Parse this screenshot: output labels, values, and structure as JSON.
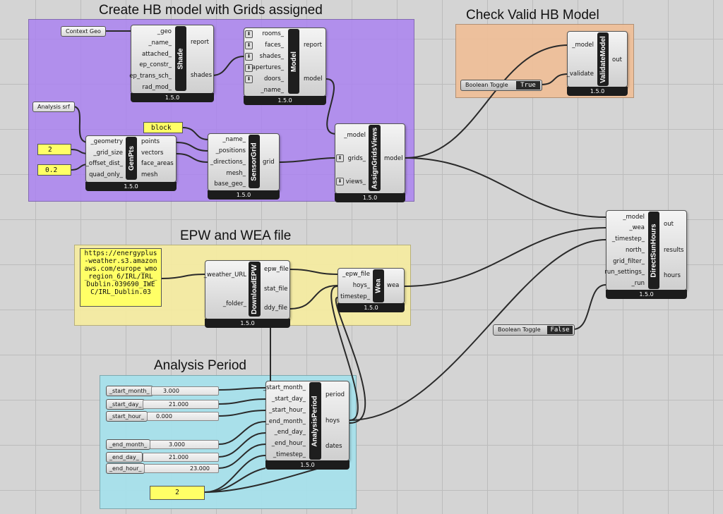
{
  "groups": {
    "hb_model": "Create HB model with Grids assigned",
    "check": "Check Valid HB Model",
    "epw": "EPW and WEA file",
    "analysis": "Analysis Period"
  },
  "version": "1.5.0",
  "params": {
    "context_geo": "Context Geo",
    "analysis_srf": "Analysis srf"
  },
  "panels": {
    "block": "block",
    "grid_size": "2",
    "offset": "0.2",
    "url": "https://energyplus-weather.s3.amazonaws.com/europe_wmo_region_6/IRL/IRL_Dublin.039690_IWEC/IRL_Dublin.03",
    "timestep": "2"
  },
  "toggles": {
    "validate": {
      "label": "Boolean Toggle",
      "value": "True"
    },
    "run": {
      "label": "Boolean Toggle",
      "value": "False"
    }
  },
  "components": {
    "shade": {
      "name": "Shade",
      "inputs": [
        "_geo",
        "_name_",
        "attached_",
        "ep_constr_",
        "ep_trans_sch_",
        "rad_mod_"
      ],
      "outputs": [
        "report",
        "shades"
      ]
    },
    "model": {
      "name": "Model",
      "inputs": [
        "rooms_",
        "faces_",
        "shades_",
        "apertures_",
        "doors_",
        "_name_"
      ],
      "outputs": [
        "report",
        "model"
      ]
    },
    "genpts": {
      "name": "GenPts",
      "inputs": [
        "_geometry",
        "_grid_size",
        "_offset_dist_",
        "quad_only_"
      ],
      "outputs": [
        "points",
        "vectors",
        "face_areas",
        "mesh"
      ]
    },
    "sensorgrid": {
      "name": "SensorGrid",
      "inputs": [
        "_name_",
        "_positions",
        "_directions_",
        "mesh_",
        "base_geo_"
      ],
      "outputs": [
        "grid"
      ]
    },
    "assign": {
      "name": "AssignGridsViews",
      "inputs": [
        "_model",
        "grids_",
        "views_"
      ],
      "outputs": [
        "model"
      ]
    },
    "validate": {
      "name": "ValidateModel",
      "inputs": [
        "_model",
        "_validate"
      ],
      "outputs": [
        "out"
      ]
    },
    "downloadepw": {
      "name": "DownloadEPW",
      "inputs": [
        "_weather_URL",
        "_folder_"
      ],
      "outputs": [
        "epw_file",
        "stat_file",
        "ddy_file"
      ]
    },
    "wea": {
      "name": "Wea",
      "inputs": [
        "_epw_file",
        "hoys_",
        "timestep_"
      ],
      "outputs": [
        "wea"
      ]
    },
    "dsh": {
      "name": "DirectSunHours",
      "inputs": [
        "_model",
        "_wea",
        "_timestep_",
        "north_",
        "grid_filter_",
        "run_settings_",
        "_run"
      ],
      "outputs": [
        "out",
        "results",
        "hours"
      ]
    },
    "period": {
      "name": "AnalysisPeriod",
      "inputs": [
        "_start_month_",
        "_start_day_",
        "_start_hour_",
        "_end_month_",
        "_end_day_",
        "_end_hour_",
        "_timestep_"
      ],
      "outputs": [
        "period",
        "hoys",
        "dates"
      ]
    }
  },
  "sliders": [
    {
      "label": "_start_month_",
      "value": "3.000"
    },
    {
      "label": "_start_day_",
      "value": "21.000"
    },
    {
      "label": "_start_hour_",
      "value": "0.000"
    },
    {
      "label": "_end_month_",
      "value": "3.000"
    },
    {
      "label": "_end_day_",
      "value": "21.000"
    },
    {
      "label": "_end_hour_",
      "value": "23.000"
    }
  ]
}
